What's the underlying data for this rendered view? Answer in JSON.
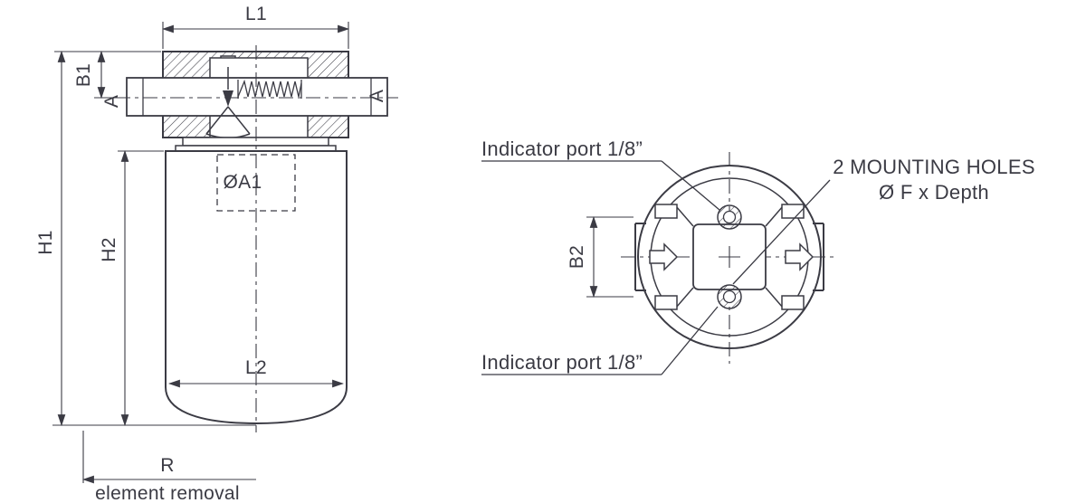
{
  "side_view": {
    "labels": {
      "l1": "L1",
      "b1": "B1",
      "a_left": "A",
      "a_right": "A",
      "oa1": "ØA1",
      "h1": "H1",
      "h2": "H2",
      "l2": "L2",
      "r": "R",
      "element_removal": "element removal"
    }
  },
  "top_view": {
    "labels": {
      "indicator_top": "Indicator port 1/8”",
      "indicator_bottom": "Indicator port 1/8”",
      "mounting_line1": "2 MOUNTING HOLES",
      "mounting_line2": "Ø F x Depth",
      "b2": "B2"
    }
  },
  "colors": {
    "line": "#3b3b44",
    "background": "#ffffff"
  }
}
